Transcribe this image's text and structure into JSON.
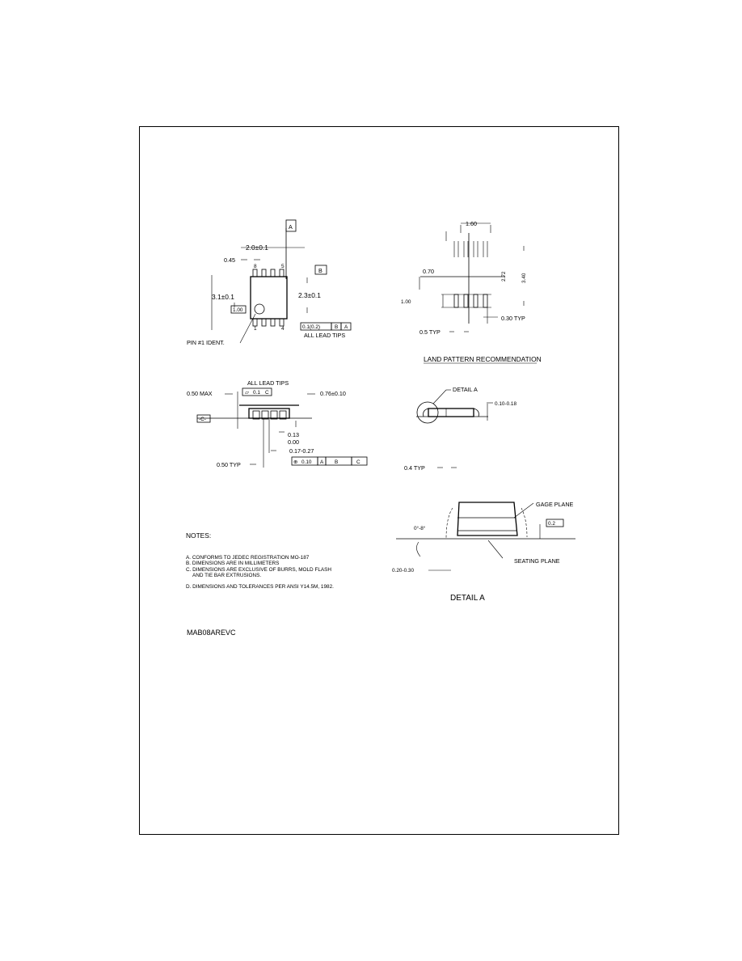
{
  "top_view": {
    "dim_width": "2.0±0.1",
    "dim_pin_pitch": "0.45",
    "dim_height": "3.1±0.1",
    "dim_body": "2.3±0.1",
    "datum_a": "A",
    "datum_b": "B",
    "pin_8": "8",
    "pin_5": "5",
    "pin_1": "1",
    "pin_4": "4",
    "frame_left": "1.00",
    "fcf_tol": "0.1(0.2)",
    "fcf_b": "B",
    "fcf_a": "A",
    "all_lead_tips": "ALL LEAD TIPS",
    "pin1_ident": "PIN #1 IDENT."
  },
  "land_pattern": {
    "dim_top": "1.60",
    "dim_left_mid": "0.70",
    "dim_left_low": "1.00",
    "dim_right_a": "2.72",
    "dim_right_b": "3.40",
    "pad_width": "0.30 TYP",
    "pitch": "0.5 TYP",
    "title": "LAND PATTERN RECOMMENDATION"
  },
  "side_view": {
    "all_lead_tips": "ALL LEAD TIPS",
    "max_height": "0.50 MAX",
    "coplanarity": "0.1",
    "coplanarity_datum": "C",
    "lead_len": "0.76±0.10",
    "datum_c": "-C-",
    "thk_a": "0.13",
    "thk_b": "0.00",
    "lead_w": "0.17-0.27",
    "pitch": "0.50 TYP",
    "pos_tol": "0.10",
    "pos_a": "A",
    "pos_b": "B",
    "pos_c": "C"
  },
  "end_view": {
    "detail_label": "DETAIL A",
    "thk": "0.10-0.18",
    "pitch": "0.4 TYP"
  },
  "detail_a": {
    "gage_plane": "GAGE PLANE",
    "angle": "0°-8°",
    "gage_dim": "0.2",
    "seating_plane": "SEATING PLANE",
    "foot": "0.20-0.30",
    "title": "DETAIL A"
  },
  "notes": {
    "header": "NOTES:",
    "a": "A. CONFORMS TO JEDEC REGISTRATION MO-187",
    "b": "B. DIMENSIONS ARE IN MILLIMETERS",
    "c1": "C. DIMENSIONS ARE EXCLUSIVE OF BURRS, MOLD FLASH",
    "c2": "AND TIE BAR EXTRUSIONS.",
    "d": "D. DIMENSIONS AND TOLERANCES PER ANSI Y14.5M, 1982."
  },
  "drawing_number": "MAB08AREVC"
}
